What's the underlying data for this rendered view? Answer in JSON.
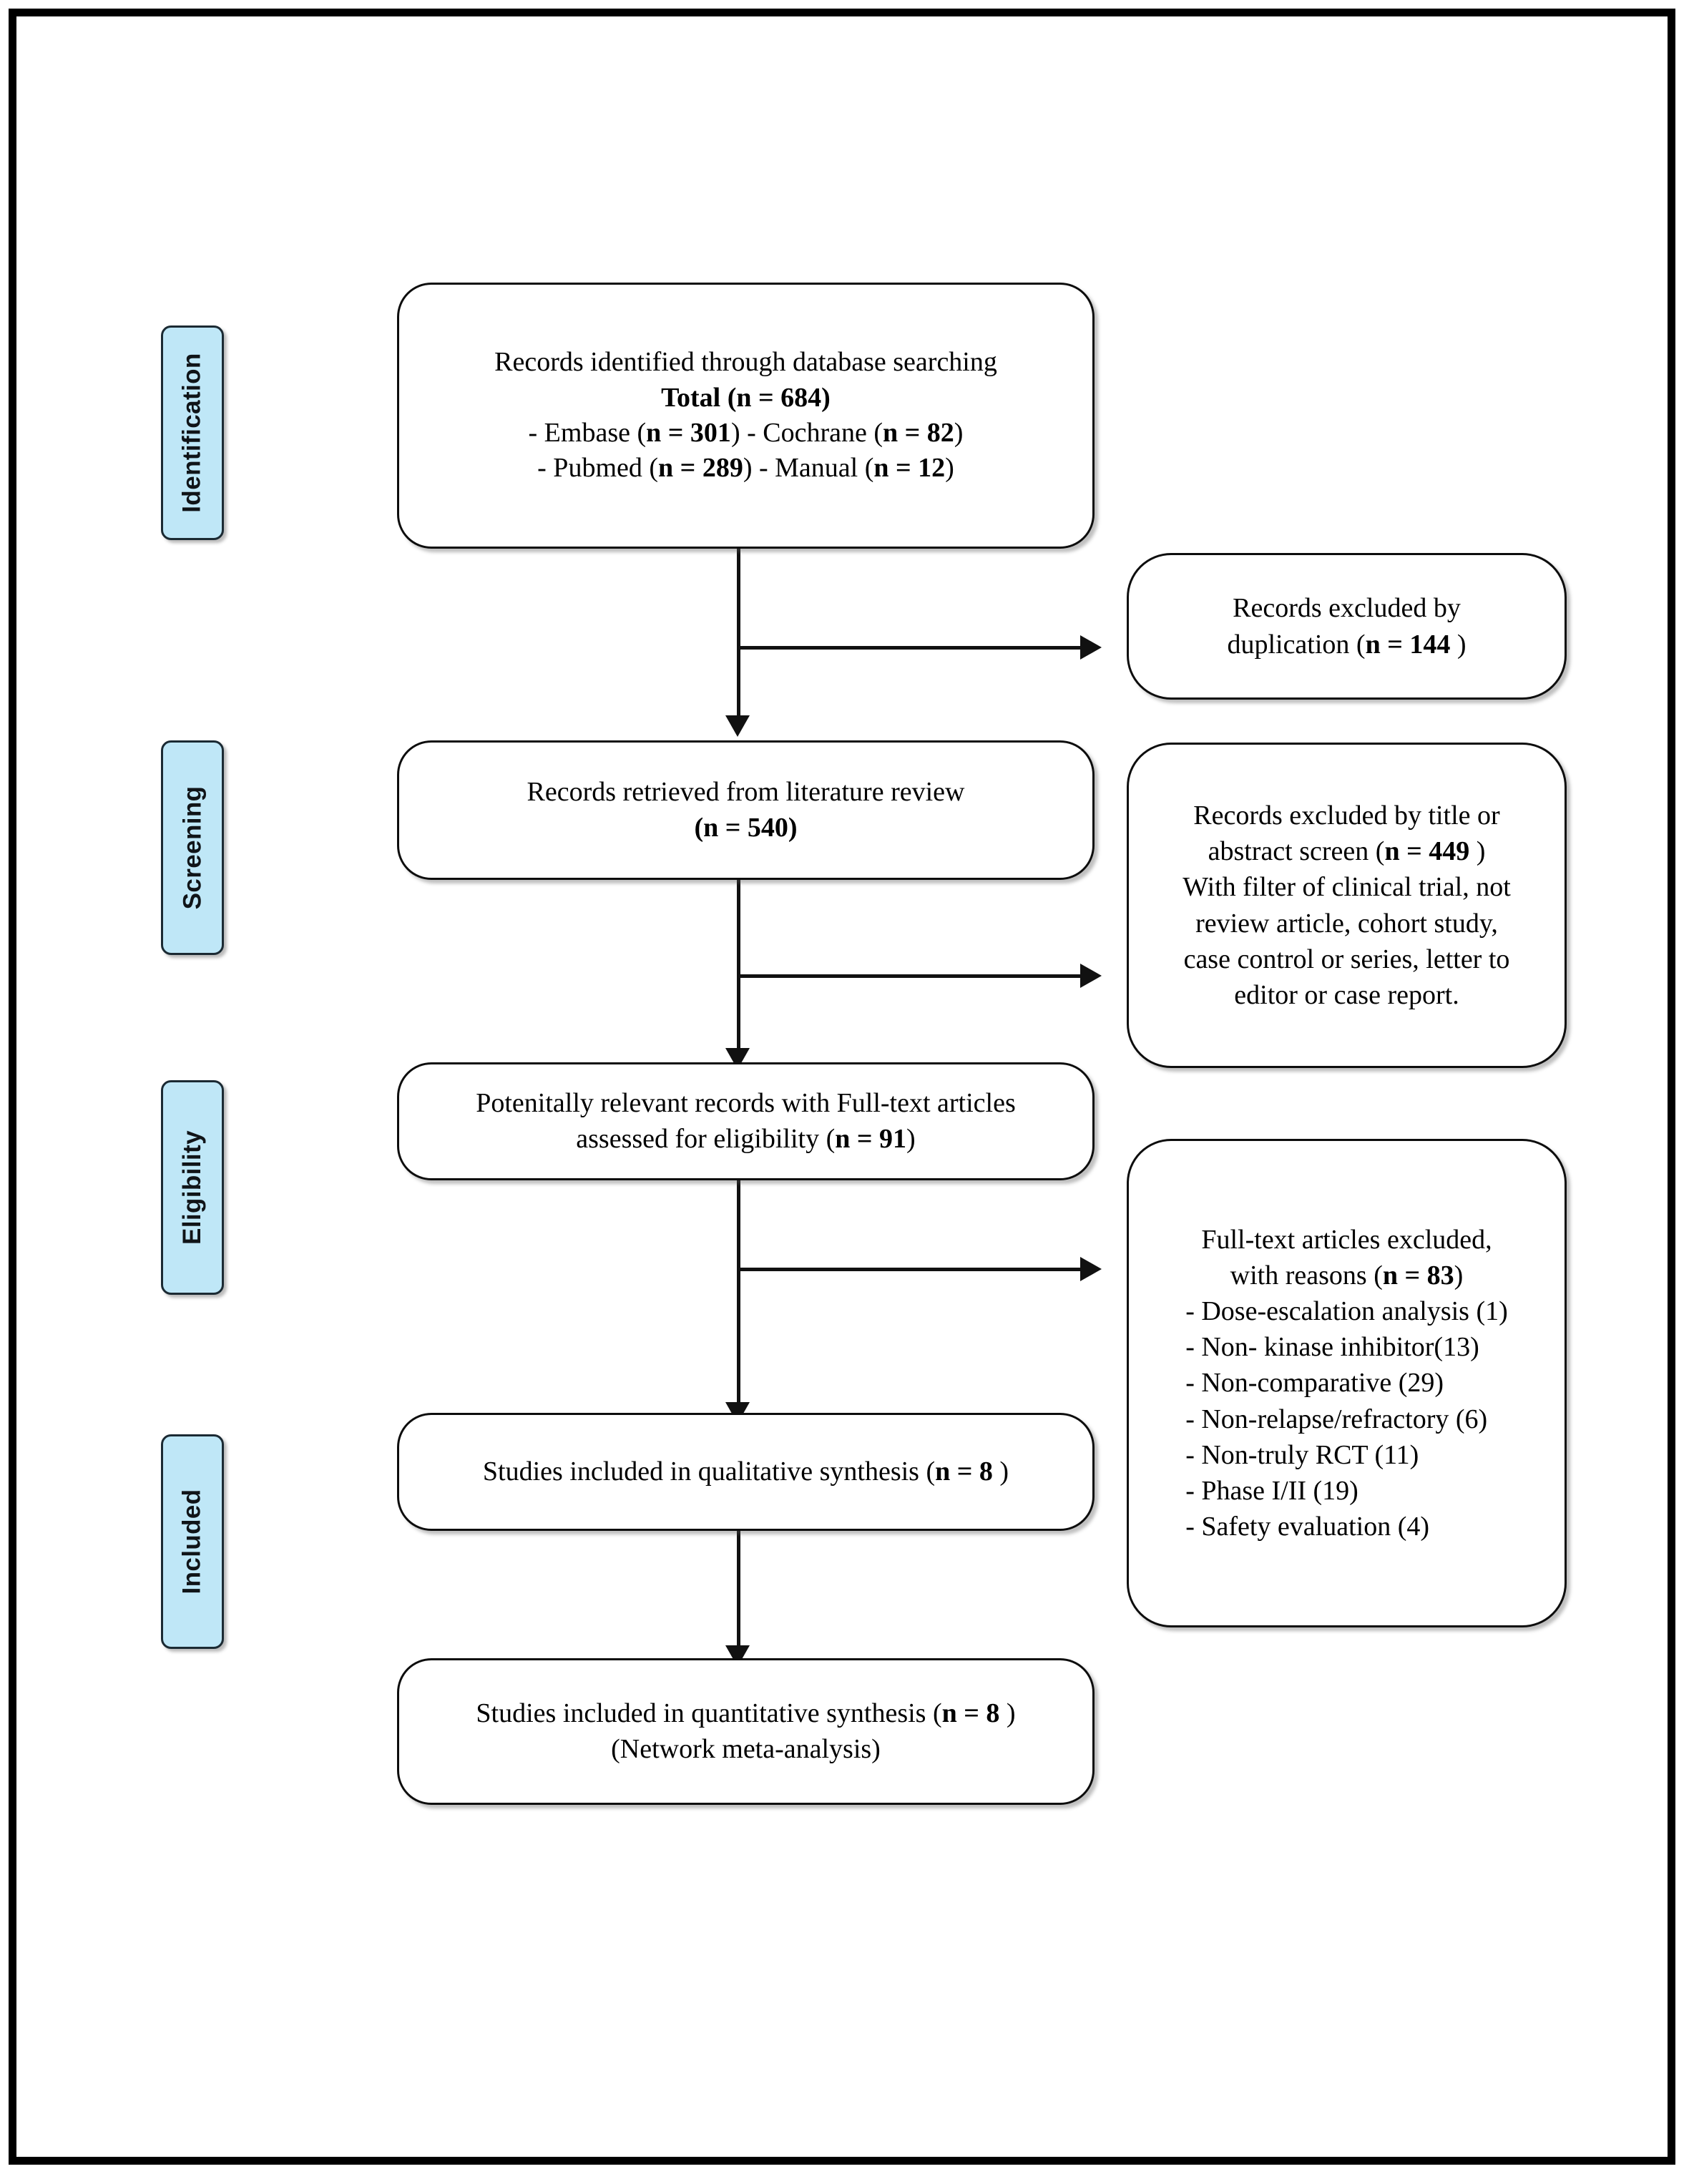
{
  "diagram": {
    "title": "PRISMA study selection flow diagram",
    "accent_color": "#bfe7f7",
    "line_color": "#111111",
    "border_color": "#000000"
  },
  "stages": [
    {
      "id": "identification",
      "label": "Identification"
    },
    {
      "id": "screening",
      "label": "Screening"
    },
    {
      "id": "eligibility",
      "label": "Eligibility"
    },
    {
      "id": "included",
      "label": "Included"
    }
  ],
  "flow": {
    "identified": {
      "line1": "Records identified through database searching",
      "line2": "Total (n = 684)",
      "line3": "- Embase (n = 301)  - Cochrane (n = 82)",
      "line4": "- Pubmed (n = 289) - Manual (n = 12)"
    },
    "retrieved": {
      "line1": "Records retrieved from literature review",
      "line2": "(n = 540)"
    },
    "fulltext_assessed": {
      "line1": "Potenitally relevant records with Full-text articles",
      "line2": "assessed for eligibility (n = 91)"
    },
    "qualitative": {
      "line1": "Studies included in qualitative synthesis (n = 8 )"
    },
    "quantitative": {
      "line1": "Studies included in quantitative synthesis (n = 8 )",
      "line2": "(Network meta-analysis)"
    }
  },
  "exclusions": {
    "duplication": {
      "line1": "Records excluded by",
      "line2": "duplication (n = 144 )"
    },
    "title_abstract": {
      "line1": "Records excluded by title or",
      "line2": "abstract screen (n = 449 )",
      "line3": "With filter of clinical trial, not",
      "line4": "review article, cohort study,",
      "line5": "case control or series, letter to",
      "line6": "editor or case report."
    },
    "fulltext": {
      "head1": "Full-text articles excluded,",
      "head2": "with reasons (n = 83)",
      "reasons": [
        "- Dose-escalation analysis (1)",
        "- Non- kinase inhibitor(13)",
        "- Non-comparative  (29)",
        "- Non-relapse/refractory (6)",
        "- Non-truly RCT (11)",
        "- Phase I/II (19)",
        "- Safety evaluation (4)"
      ]
    }
  },
  "chart_data": {
    "type": "diagram",
    "title": "PRISMA flow diagram",
    "nodes": [
      {
        "id": "identified",
        "stage": "Identification",
        "n": 684,
        "breakdown": {
          "Embase": 301,
          "Cochrane": 82,
          "Pubmed": 289,
          "Manual": 12
        }
      },
      {
        "id": "duplicates_excluded",
        "stage": "Identification",
        "n": 144
      },
      {
        "id": "retrieved",
        "stage": "Screening",
        "n": 540
      },
      {
        "id": "title_abstract_excluded",
        "stage": "Screening",
        "n": 449
      },
      {
        "id": "fulltext_assessed",
        "stage": "Eligibility",
        "n": 91
      },
      {
        "id": "fulltext_excluded",
        "stage": "Eligibility",
        "n": 83,
        "reasons": {
          "Dose-escalation analysis": 1,
          "Non- kinase inhibitor": 13,
          "Non-comparative": 29,
          "Non-relapse/refractory": 6,
          "Non-truly RCT": 11,
          "Phase I/II": 19,
          "Safety evaluation": 4
        }
      },
      {
        "id": "qualitative",
        "stage": "Included",
        "n": 8
      },
      {
        "id": "quantitative",
        "stage": "Included",
        "n": 8
      }
    ],
    "edges": [
      {
        "from": "identified",
        "to": "duplicates_excluded"
      },
      {
        "from": "identified",
        "to": "retrieved"
      },
      {
        "from": "retrieved",
        "to": "title_abstract_excluded"
      },
      {
        "from": "retrieved",
        "to": "fulltext_assessed"
      },
      {
        "from": "fulltext_assessed",
        "to": "fulltext_excluded"
      },
      {
        "from": "fulltext_assessed",
        "to": "qualitative"
      },
      {
        "from": "qualitative",
        "to": "quantitative"
      }
    ]
  }
}
